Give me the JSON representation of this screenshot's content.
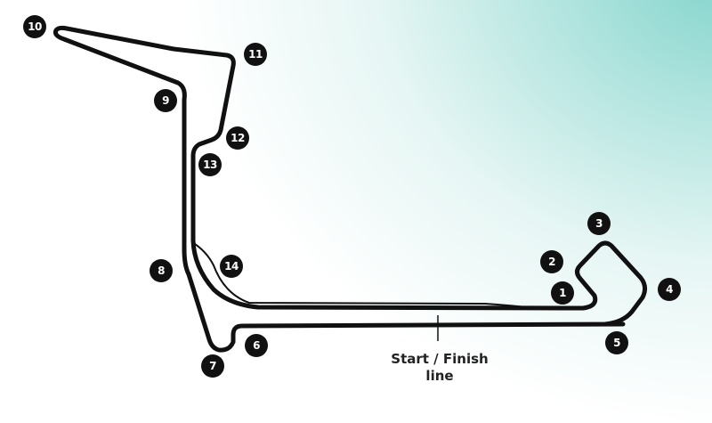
{
  "track": {
    "track_color": "#111111",
    "turns": [
      "1",
      "2",
      "3",
      "4",
      "5",
      "6",
      "7",
      "8",
      "9",
      "10",
      "11",
      "12",
      "13",
      "14"
    ],
    "start_finish": {
      "line1": "Start / Finish",
      "line2": "line"
    }
  }
}
